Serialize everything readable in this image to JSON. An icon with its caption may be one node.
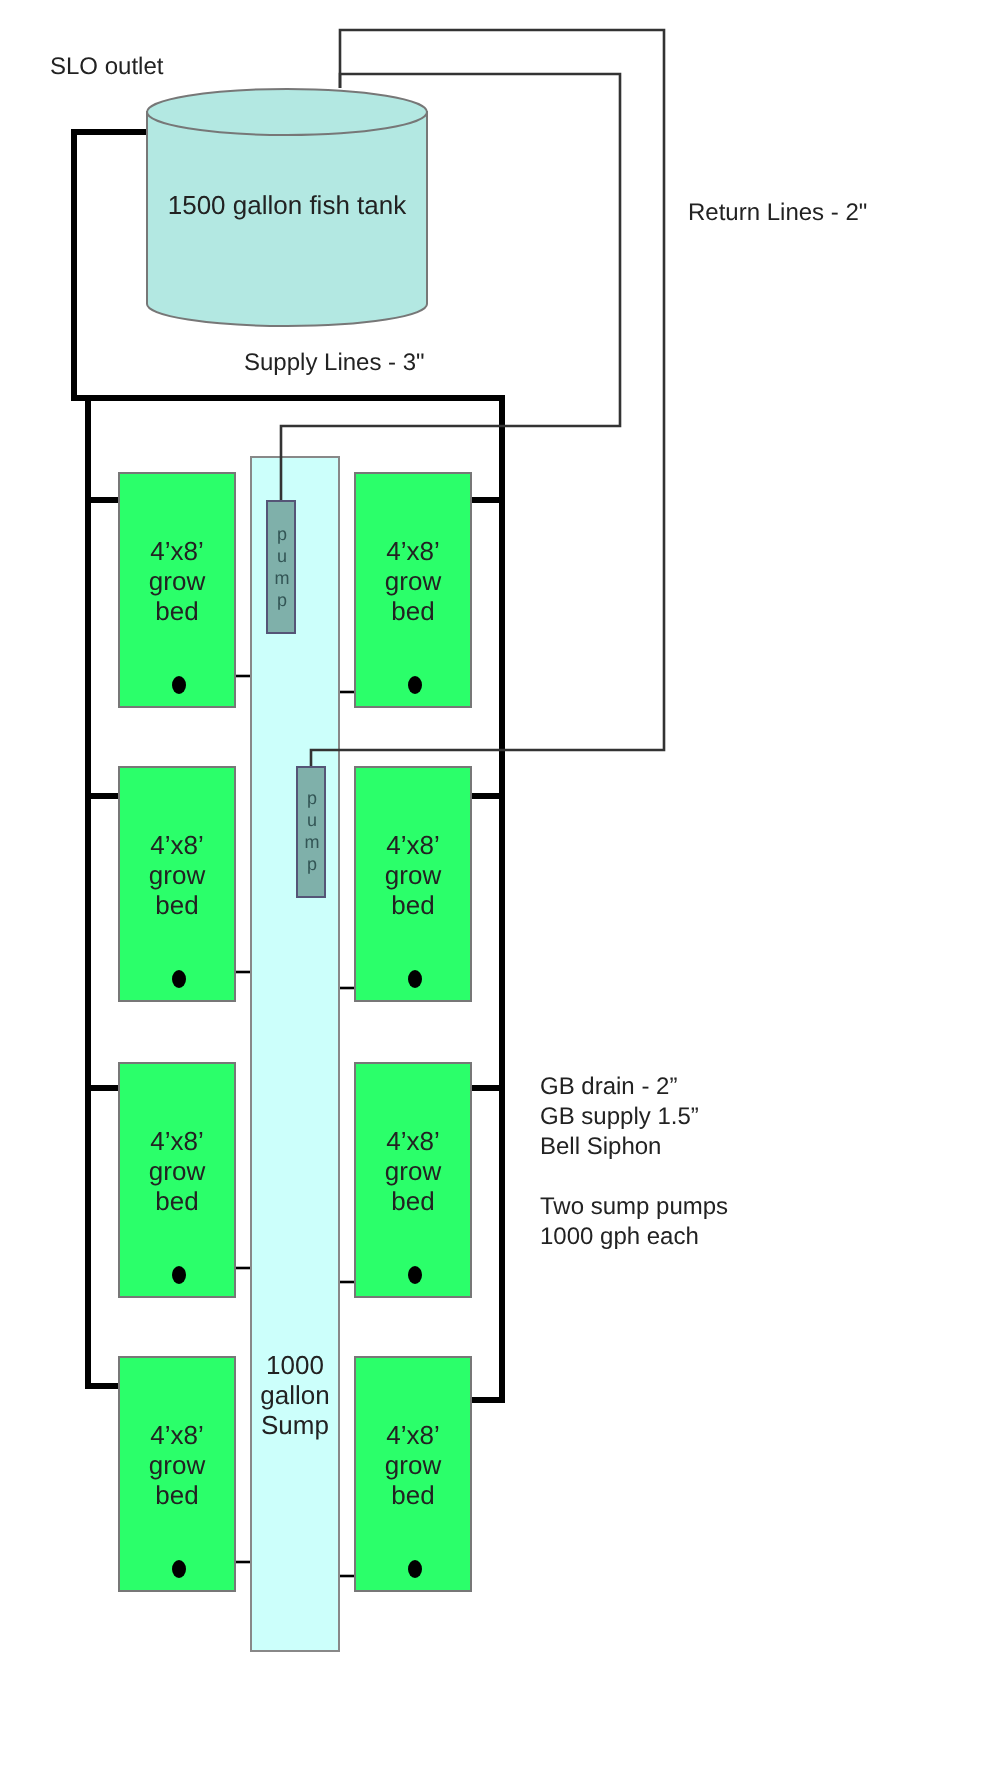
{
  "diagram": {
    "nodes": [
      {
        "text": [
          "1500 gallon fish tank"
        ]
      },
      {
        "text": [
          "1000 gallon Sump"
        ]
      },
      {
        "text": [
          "pump"
        ],
        "in": 1
      },
      {
        "text": [
          "pump"
        ],
        "in": 1
      },
      {
        "text": [
          "4’x8’ grow bed"
        ]
      },
      {
        "text": [
          "4’x8’ grow bed"
        ]
      },
      {
        "text": [
          "4’x8’ grow bed"
        ]
      },
      {
        "text": [
          "4’x8’ grow bed"
        ]
      },
      {
        "text": [
          "4’x8’ grow bed"
        ]
      },
      {
        "text": [
          "4’x8’ grow bed"
        ]
      },
      {
        "text": [
          "4’x8’ grow bed"
        ]
      },
      {
        "text": [
          "4’x8’ grow bed"
        ]
      }
    ],
    "edges": [
      {
        "from": 0,
        "to": 4,
        "arrow": "none",
        "style": "thick"
      },
      {
        "from": 0,
        "to": 5,
        "arrow": "none",
        "style": "thick"
      },
      {
        "from": 0,
        "to": 6,
        "arrow": "none",
        "style": "thick"
      },
      {
        "from": 0,
        "to": 7,
        "arrow": "none",
        "style": "thick"
      },
      {
        "from": 0,
        "to": 8,
        "arrow": "none",
        "style": "thick"
      },
      {
        "from": 0,
        "to": 9,
        "arrow": "none",
        "style": "thick"
      },
      {
        "from": 0,
        "to": 10,
        "arrow": "none",
        "style": "thick"
      },
      {
        "from": 0,
        "to": 11,
        "arrow": "none",
        "style": "thick"
      },
      {
        "from": 4,
        "to": 1,
        "arrow": "none"
      },
      {
        "from": 5,
        "to": 1,
        "arrow": "none"
      },
      {
        "from": 6,
        "to": 1,
        "arrow": "none"
      },
      {
        "from": 7,
        "to": 1,
        "arrow": "none"
      },
      {
        "from": 8,
        "to": 1,
        "arrow": "none"
      },
      {
        "from": 9,
        "to": 1,
        "arrow": "none"
      },
      {
        "from": 10,
        "to": 1,
        "arrow": "none"
      },
      {
        "from": 11,
        "to": 1,
        "arrow": "none"
      },
      {
        "from": 2,
        "to": 0,
        "arrow": "none"
      },
      {
        "from": 3,
        "to": 0,
        "arrow": "none"
      }
    ],
    "labels": [
      "SLO outlet",
      "Return Lines - 2\"",
      "Supply Lines - 3\"",
      "GB drain - 2”",
      "GB supply 1.5”",
      "Bell Siphon",
      "Two sump pumps",
      "1000 gph each"
    ]
  }
}
